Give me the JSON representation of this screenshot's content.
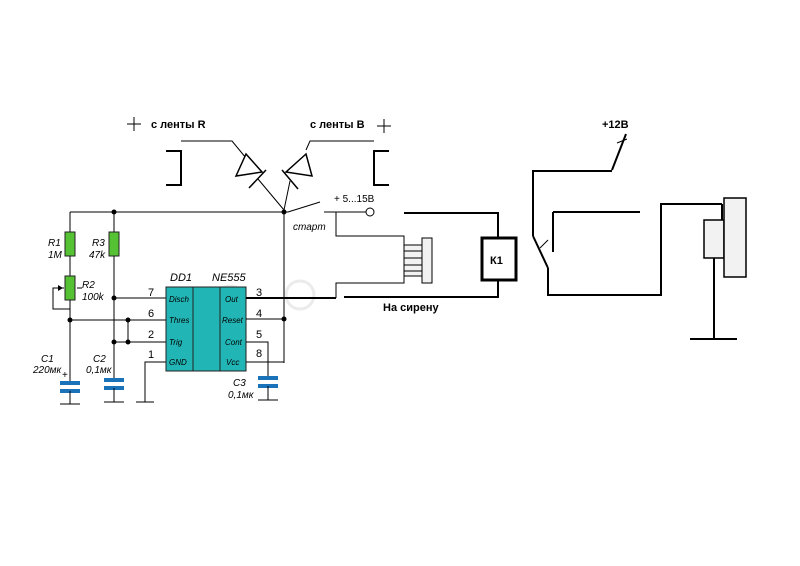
{
  "labels": {
    "tape_r": "с ленты R",
    "tape_b": "с ленты B",
    "plus12": "+12В",
    "supply": "+ 5...15В",
    "start": "старт",
    "siren": "На сирену",
    "relay": "К1",
    "dd1": "DD1",
    "chip": "NE555",
    "r1_name": "R1",
    "r1_val": "1M",
    "r2_name": "R2",
    "r2_val": "100k",
    "r3_name": "R3",
    "r3_val": "47k",
    "c1_name": "C1",
    "c1_val": "220мк",
    "c2_name": "C2",
    "c2_val": "0,1мк",
    "c3_name": "C3",
    "c3_val": "0,1мк",
    "pin_disch": "Disch",
    "pin_thres": "Thres",
    "pin_trig": "Trig",
    "pin_gnd": "GND",
    "pin_out": "Out",
    "pin_reset": "Reset",
    "pin_cont": "Cont",
    "pin_vcc": "Vcc",
    "p7": "7",
    "p6": "6",
    "p2": "2",
    "p1": "1",
    "p3": "3",
    "p4": "4",
    "p5": "5",
    "p8": "8",
    "plus_c1": "+"
  },
  "colors": {
    "resistor": "#55c234",
    "capacitor": "#1a73b8",
    "chip": "#22b5b5"
  }
}
